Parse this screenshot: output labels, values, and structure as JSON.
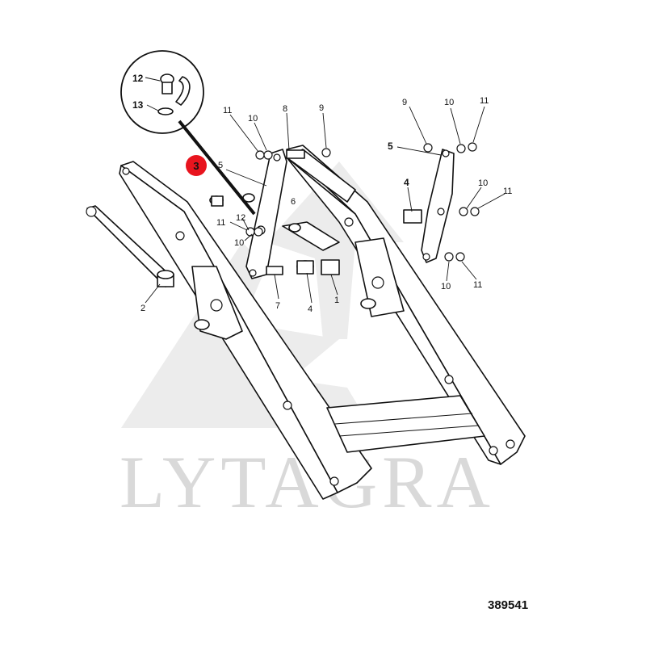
{
  "watermark": {
    "text": "LYTAGRA"
  },
  "diagram_number": "389541",
  "highlight": {
    "label": "3",
    "color": "#e8141e"
  },
  "inset": {
    "labels": [
      "12",
      "13"
    ]
  },
  "callouts": {
    "c_11_top": "11",
    "c_10_top": "10",
    "c_8": "8",
    "c_9_top": "9",
    "c_5_main": "5",
    "c_12_main": "12",
    "c_6": "6",
    "c_11_mid": "11",
    "c_10_mid": "10",
    "c_7": "7",
    "c_4_main": "4",
    "c_1": "1",
    "c_2": "2",
    "c_9_right": "9",
    "c_10_right": "10",
    "c_11_right": "11",
    "c_5_right": "5",
    "c_4_right": "4",
    "c_10_right_mid": "10",
    "c_11_right_mid": "11",
    "c_10_right_bot": "10",
    "c_11_right_bot": "11"
  },
  "colors": {
    "line": "#111111",
    "watermark": "#d9d9d9",
    "accent": "#e8141e"
  }
}
